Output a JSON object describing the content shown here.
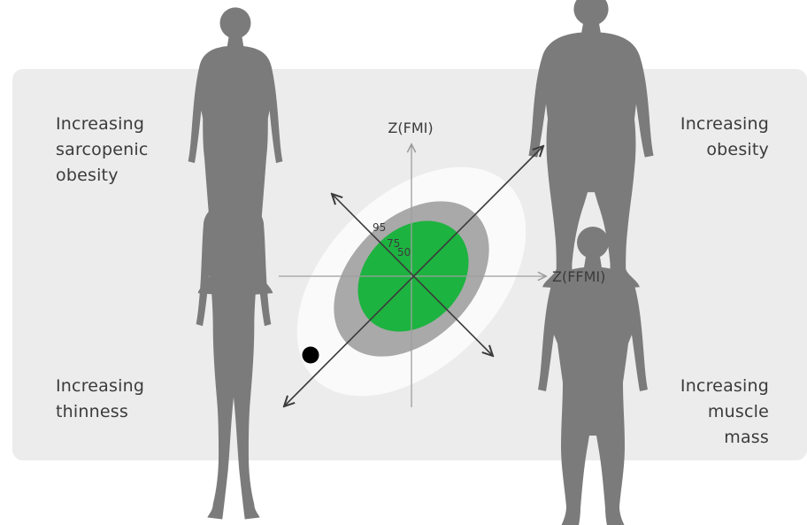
{
  "quadrants": {
    "top_left": "Increasing\nsarcopenic\nobesity",
    "top_right": "Increasing\nobesity",
    "bottom_left": "Increasing\nthinness",
    "bottom_right": "Increasing\nmuscle\nmass"
  },
  "axes": {
    "y_label": "Z(FMI)",
    "x_label": "Z(FFMI)"
  },
  "percentiles": [
    "95",
    "75",
    "50"
  ],
  "colors": {
    "panel": "#ececec",
    "outer_ellipse": "#fafafa",
    "middle_ellipse": "#a9a9a9",
    "inner_ellipse": "#1db340",
    "silhouette": "#7b7b7b",
    "axis": "#9e9e9e",
    "arrow": "#3a3a3a",
    "point": "#000000"
  },
  "icons": {
    "top_left": "obese-person-silhouette-icon",
    "top_right": "very-obese-person-silhouette-icon",
    "bottom_left": "thin-person-silhouette-icon",
    "bottom_right": "muscular-person-silhouette-icon"
  }
}
